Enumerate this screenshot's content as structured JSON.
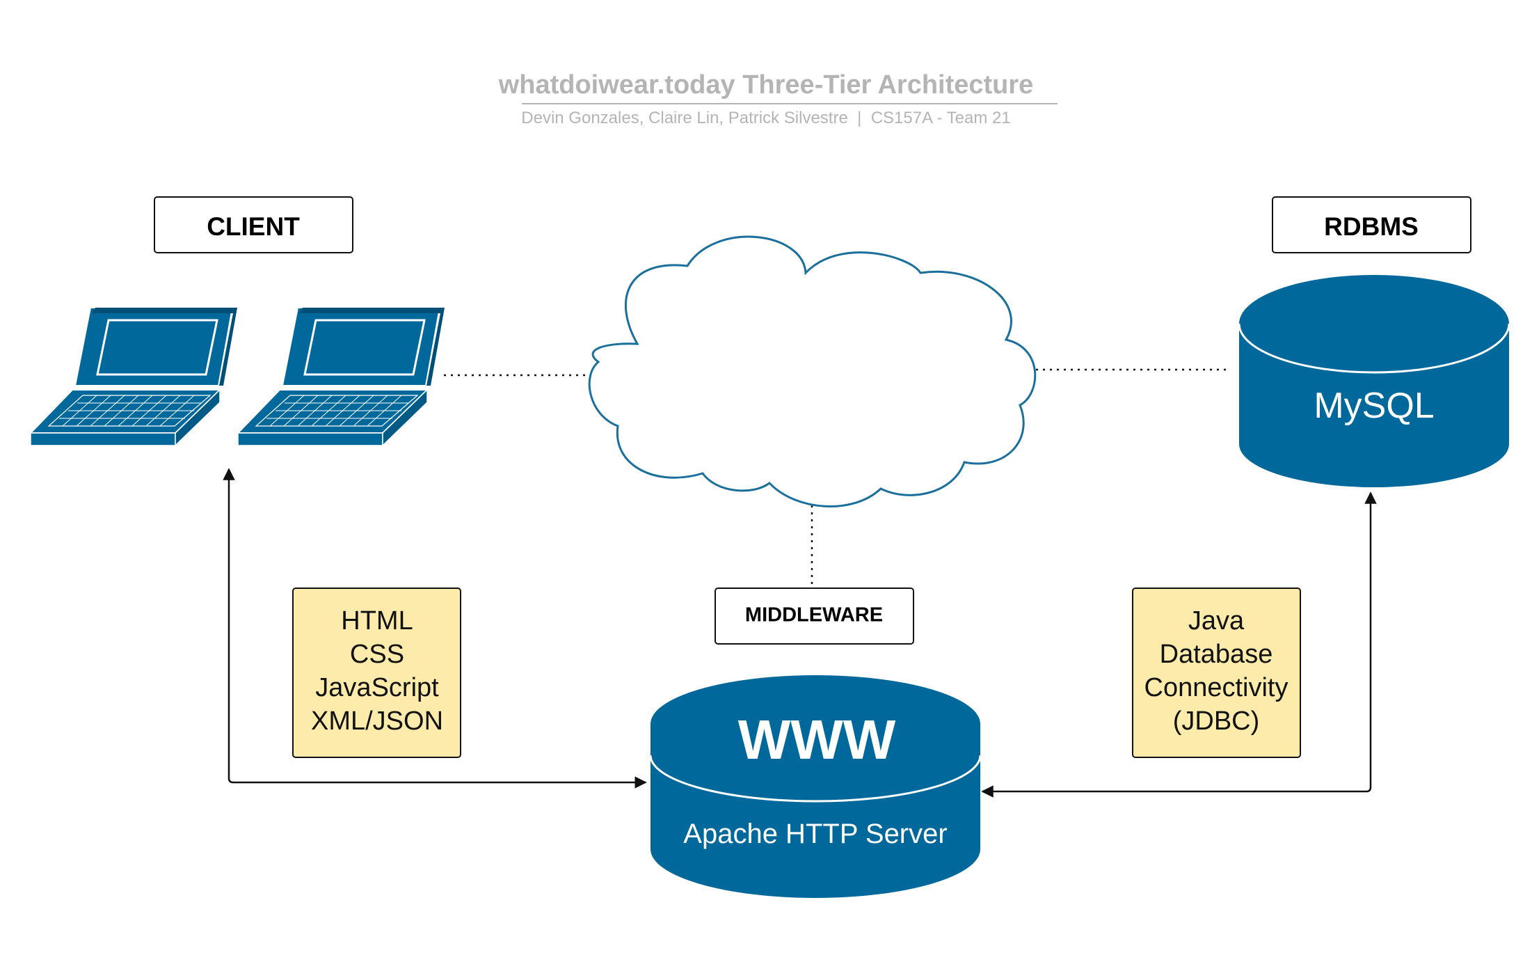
{
  "title": "whatdoiwear.today Three-Tier Architecture",
  "subtitle": "Devin Gonzales, Claire Lin, Patrick Silvestre  |  CS157A - Team 21",
  "colors": {
    "primary_blue": "#00689a",
    "cloud_stroke": "#1a6f9c",
    "note_fill": "#fcebaa",
    "title_gray": "#b4b4b4",
    "line": "#111111"
  },
  "tiers": {
    "client": {
      "label": "CLIENT",
      "icon": "laptop-icon"
    },
    "middleware": {
      "label": "MIDDLEWARE",
      "icon": "cloud-icon"
    },
    "rdbms": {
      "label": "RDBMS"
    }
  },
  "server": {
    "heading": "WWW",
    "caption": "Apache HTTP Server",
    "icon": "database-cylinder-icon"
  },
  "database": {
    "caption": "MySQL",
    "icon": "database-cylinder-icon"
  },
  "notes": {
    "client_tech": [
      "HTML",
      "CSS",
      "JavaScript",
      "XML/JSON"
    ],
    "db_connectivity": [
      "Java",
      "Database",
      "Connectivity",
      "(JDBC)"
    ]
  }
}
